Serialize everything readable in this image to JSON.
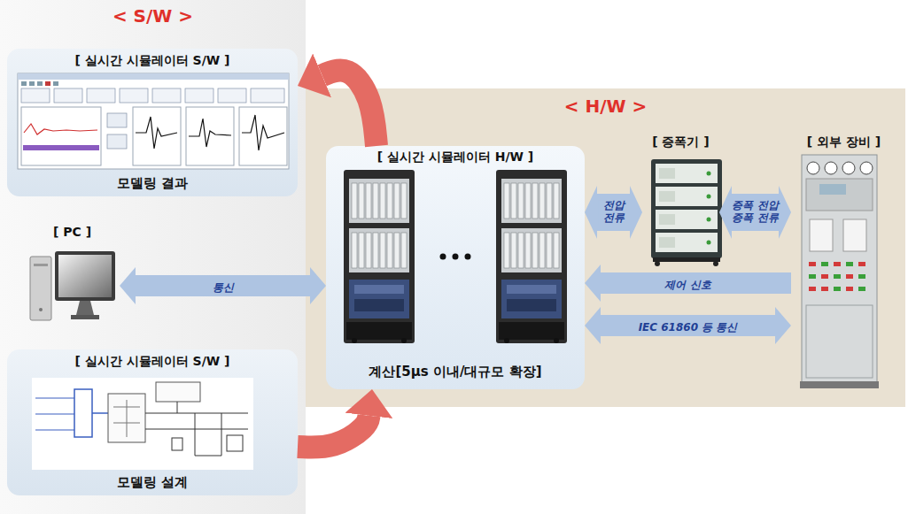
{
  "diagram": {
    "nodes": [
      {
        "text": [
          "< S/W >"
        ]
      },
      {
        "text": [
          "[ 실시간 시뮬레이터 S/W ]",
          "모델링 결과"
        ],
        "in": 0
      },
      {
        "text": [
          "[ PC ]"
        ],
        "in": 0
      },
      {
        "text": [
          "[ 실시간 시뮬레이터 S/W ]",
          "모델링 설계"
        ],
        "in": 0
      },
      {
        "text": [
          "< H/W >"
        ]
      },
      {
        "text": [
          "[ 실시간 시뮬레이터 H/W ]",
          "계산[5μs 이내/대규모 확장]"
        ],
        "in": 4
      },
      {
        "text": [
          "[ 증폭기 ]"
        ],
        "in": 4
      },
      {
        "text": [
          "[ 외부 장비 ]"
        ],
        "in": 4
      }
    ],
    "edges": [
      {
        "from": 5,
        "to": 2,
        "label": "통신",
        "arrow": "both"
      },
      {
        "from": 6,
        "to": 5,
        "label": "전압 전류",
        "arrow": "both"
      },
      {
        "from": 7,
        "to": 6,
        "label": "증폭 전압 증폭 전류",
        "arrow": "both"
      },
      {
        "from": 7,
        "to": 5,
        "label": "제어 신호",
        "arrow": "to"
      },
      {
        "from": 7,
        "to": 5,
        "label": "IEC 61860 등 통신",
        "arrow": "both"
      },
      {
        "from": 5,
        "to": 1,
        "arrow": "to"
      },
      {
        "from": 3,
        "to": 5,
        "arrow": "to"
      }
    ]
  }
}
